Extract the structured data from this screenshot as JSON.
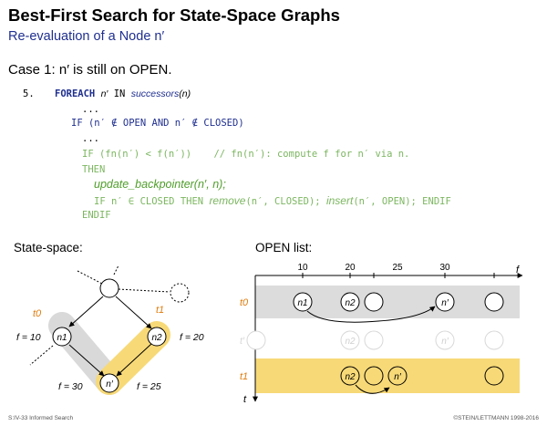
{
  "header": {
    "title": "Best-First Search for State-Space Graphs",
    "subtitle": "Re-evaluation of a Node n′"
  },
  "case": {
    "text": "Case 1: n′ is still on OPEN."
  },
  "code": {
    "line_no": "5.",
    "l1_kw": "FOREACH",
    "l1_var": "n′",
    "l1_in": "IN",
    "l1_fn": "successors",
    "l1_arg": "(n)",
    "dots1": "...",
    "l3": "IF  (n′ ∉ OPEN AND n′ ∉ CLOSED)",
    "dots2": "...",
    "l5_if": "IF  (fn(n′) < f(n′))",
    "l5_comment": "// fn(n′):  compute f for n′ via n.",
    "l6": "THEN",
    "l7": "update_backpointer(n′, n);",
    "l8_a": "IF  n′ ∈ CLOSED THEN",
    "l8_remove": "remove",
    "l8_b": "(n′, CLOSED);",
    "l8_insert": "insert",
    "l8_c": "(n′, OPEN);  ENDIF",
    "l9": "ENDIF"
  },
  "state_space": {
    "heading": "State-space:",
    "t0": "t0",
    "t1": "t1",
    "f10": "f = 10",
    "f20": "f = 20",
    "f30": "f = 30",
    "f25": "f = 25",
    "n1": "n1",
    "n2": "n2",
    "nprime": "n′"
  },
  "open_list": {
    "heading": "OPEN list:",
    "ticks": [
      "10",
      "20",
      "25",
      "30"
    ],
    "f_axis": "f",
    "t_axis": "t",
    "row_t0": "t0",
    "row_ghost": "t′",
    "row_t1": "t1",
    "n1": "n1",
    "n2": "n2",
    "nprime": "n′"
  },
  "footer": {
    "left": "S:IV-33   Informed Search",
    "right": "©STEIN/LETTMANN 1998-2016"
  },
  "colors": {
    "navy": "#1f2f8f",
    "green": "#4f9e2a",
    "orange": "#e07d10",
    "yellow": "#f7d977",
    "gray": "#dcdcdc"
  }
}
